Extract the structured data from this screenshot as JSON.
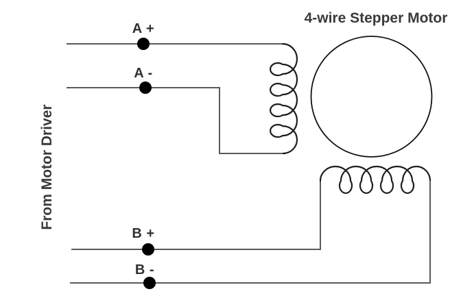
{
  "diagram": {
    "title": "4-wire Stepper Motor",
    "source_label": "From Motor Driver",
    "terminals": [
      {
        "id": "a-plus",
        "label": "A +"
      },
      {
        "id": "a-minus",
        "label": "A -"
      },
      {
        "id": "b-plus",
        "label": "B +"
      },
      {
        "id": "b-minus",
        "label": "B -"
      }
    ]
  },
  "colors": {
    "bg": "#ffffff",
    "wire": "#595959",
    "coil": "#1d1d1d",
    "motor": "#121212",
    "dot": "#000000",
    "label": "#303030",
    "title": "#3a3a3a"
  }
}
